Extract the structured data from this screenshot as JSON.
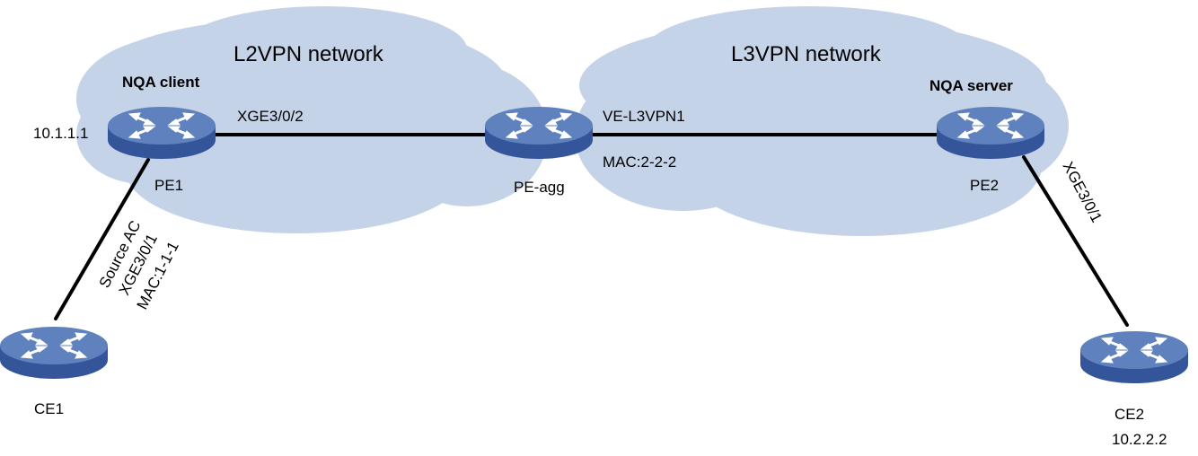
{
  "colors": {
    "cloud": "#c5d3e8",
    "router_top": "#5f82be",
    "router_side": "#34559a",
    "link": "#000000"
  },
  "clouds": {
    "l2vpn": "L2VPN network",
    "l3vpn": "L3VPN network"
  },
  "devices": {
    "pe1": {
      "name": "PE1",
      "role": "NQA client",
      "address": "10.1.1.1",
      "icon": "router-icon"
    },
    "pe_agg": {
      "name": "PE-agg",
      "icon": "router-icon"
    },
    "pe2": {
      "name": "PE2",
      "role": "NQA server",
      "icon": "router-icon"
    },
    "ce1": {
      "name": "CE1",
      "icon": "router-icon"
    },
    "ce2": {
      "name": "CE2",
      "address": "10.2.2.2",
      "icon": "router-icon"
    }
  },
  "links": {
    "pe1_peagg": {
      "label": "XGE3/0/2"
    },
    "peagg_pe2": {
      "label_top": "VE-L3VPN1",
      "label_bottom": "MAC:2-2-2"
    },
    "pe1_ce1": {
      "line1": "Source AC",
      "line2": "XGE3/0/1",
      "line3": "MAC:1-1-1"
    },
    "pe2_ce2": {
      "label": "XGE3/0/1"
    }
  }
}
